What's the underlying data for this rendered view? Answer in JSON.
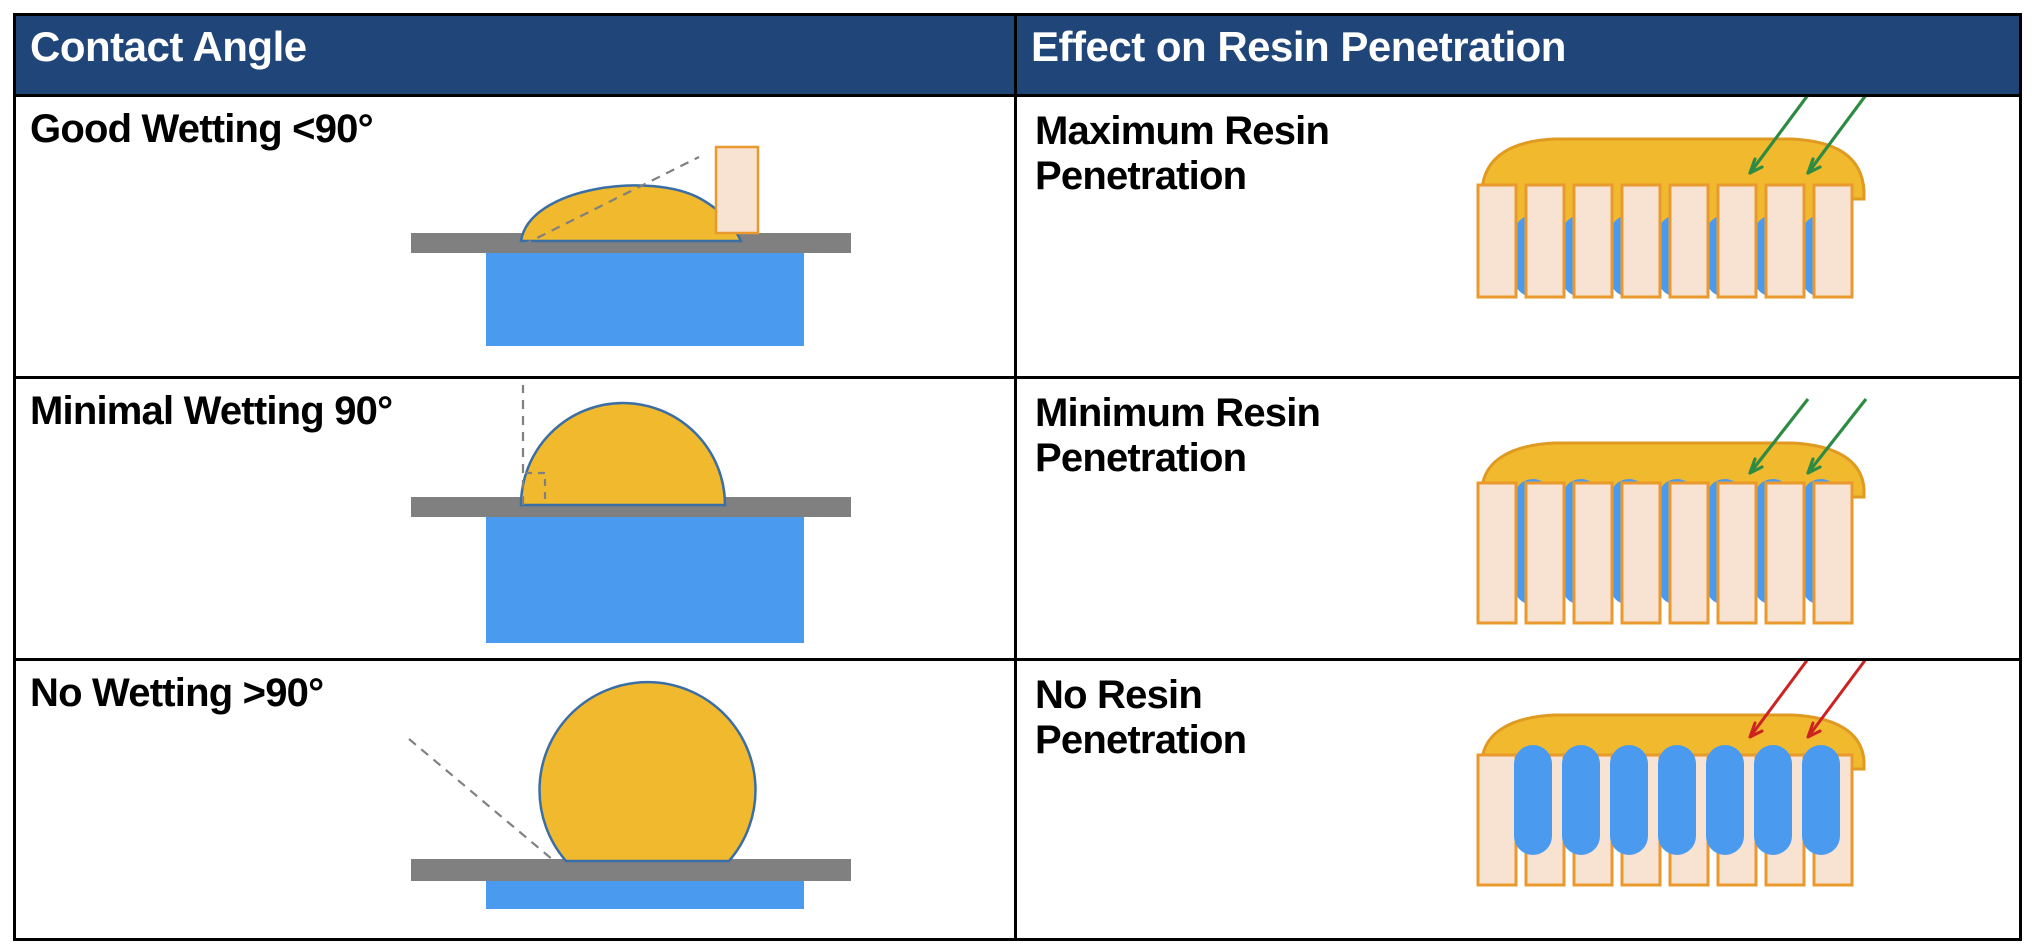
{
  "table": {
    "headers": {
      "left": "Contact Angle",
      "right": "Effect on Resin Penetration"
    },
    "header_bg": "#1f4579",
    "header_text_color": "#ffffff",
    "border_color": "#000000",
    "rows": [
      {
        "id": "good-wetting",
        "contact_angle_label": "Good Wetting <90°",
        "effect_label_line1": "Maximum Resin",
        "effect_label_line2": "Penetration",
        "arrow_color": "#2e8b43",
        "arrow_semantic": "green-arrow",
        "droplet": {
          "shape": "flat-dome",
          "contact_angle_deg": 38,
          "tangent_style": "dashed-diagonal",
          "has_vertical_marker_block": true
        },
        "penetration": {
          "level": "maximum",
          "fill_fraction": 0.86
        }
      },
      {
        "id": "minimal-wetting",
        "contact_angle_label": "Minimal Wetting 90°",
        "effect_label_line1": "Minimum Resin",
        "effect_label_line2": "Penetration",
        "arrow_color": "#2e8b43",
        "arrow_semantic": "green-arrow",
        "droplet": {
          "shape": "hemisphere",
          "contact_angle_deg": 90,
          "tangent_style": "dashed-vertical",
          "has_right_angle_marker": true
        },
        "penetration": {
          "level": "minimum",
          "fill_fraction": 0.62
        }
      },
      {
        "id": "no-wetting",
        "contact_angle_label": "No Wetting >90°",
        "effect_label_line1": "No Resin",
        "effect_label_line2": "Penetration",
        "arrow_color": "#cc2222",
        "arrow_semantic": "red-arrow",
        "droplet": {
          "shape": "sphere",
          "contact_angle_deg": 140,
          "tangent_style": "dashed-diagonal"
        },
        "penetration": {
          "level": "none",
          "fill_fraction": 0.0
        }
      }
    ]
  },
  "colors": {
    "resin_yellow": "#f0b92e",
    "resin_yellow_stroke": "#e09a22",
    "droplet_stroke": "#3a6ea5",
    "substrate_gray": "#808080",
    "bulk_blue": "#4a9af0",
    "fiber_cream": "#f8e3d3",
    "fiber_stroke": "#e9992e",
    "dash_gray": "#808080"
  },
  "figure_legend": {
    "fiber_bundle_fibers": 8,
    "resin_gaps": 7
  }
}
